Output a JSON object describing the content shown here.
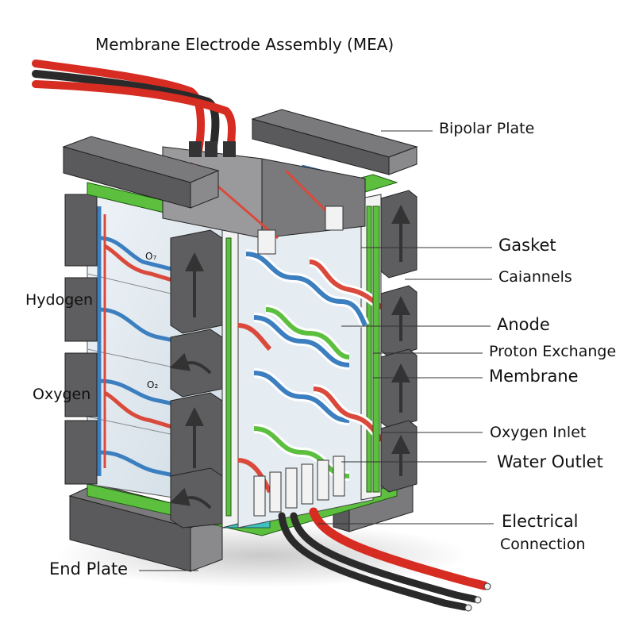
{
  "title": "Membrane Electrode Assembly (MEA)",
  "labels": {
    "bipolar_plate": "Bipolar Plate",
    "gasket": "Gasket",
    "channels": "Caiannels",
    "anode": "Anode",
    "proton_exchange": "Proton Exchange",
    "membrane": "Membrane",
    "oxygen_inlet": "Oxygen Inlet",
    "water_outlet": "Water Outlet",
    "electrical": "Electrical",
    "connection": "Connection",
    "hydrogen": "Hydogen",
    "oxygen": "Oxygen",
    "end_plate": "End Plate",
    "o2_top": "O₇",
    "o2_mid": "O₂"
  },
  "colors": {
    "plate_dark": "#5e5e60",
    "plate_top": "#7a7a7c",
    "plate_side": "#4a4a4c",
    "gasket_green": "#5cbf3e",
    "hydrogen_red": "#d94a3c",
    "oxygen_blue": "#3c7fc0",
    "cable_black": "#2a2a2a",
    "cable_red": "#d62c22",
    "membrane_glass": "#dbe6ee",
    "teal": "#3ec0c0"
  }
}
